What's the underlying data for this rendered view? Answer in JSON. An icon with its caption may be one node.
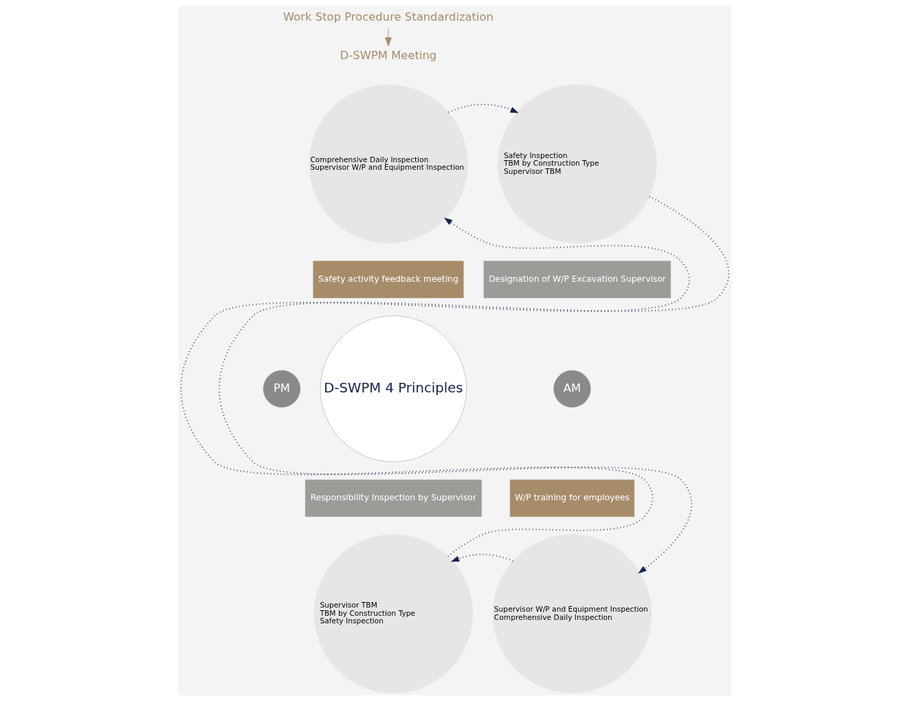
{
  "diagram": {
    "nodes": [
      {
        "text": [
          "Work Stop Procedure Standardization"
        ]
      },
      {
        "text": [
          "D-SWPM Meeting"
        ]
      },
      {
        "text": [
          "Comprehensive Daily Inspection",
          "Supervisor W/P and Equipment Inspection"
        ]
      },
      {
        "text": [
          "Safety Inspection",
          "TBM by Construction Type",
          "Supervisor TBM"
        ]
      },
      {
        "text": [
          "Supervisor W/P and Equipment Inspection",
          "Comprehensive Daily Inspection"
        ]
      },
      {
        "text": [
          "Supervisor TBM",
          "TBM by Construction Type",
          "Safety Inspection"
        ]
      },
      {
        "text": [
          "D-SWPM 4 Principles"
        ]
      },
      {
        "text": [
          "Safety activity feedback meeting"
        ]
      },
      {
        "text": [
          "Designation of W/P Excavation Supervisor"
        ]
      },
      {
        "text": [
          "W/P training for employees"
        ]
      },
      {
        "text": [
          "Responsibility Inspection by Supervisor"
        ]
      },
      {
        "text": [
          "PM"
        ]
      },
      {
        "text": [
          "AM"
        ]
      }
    ],
    "edges": [
      {
        "from": 0,
        "to": 1,
        "arrow": "to",
        "color": "#a68c69"
      },
      {
        "from": 2,
        "to": 3,
        "arrow": "to",
        "style": "dashed"
      },
      {
        "from": 3,
        "to": 4,
        "arrow": "to",
        "style": "dashed"
      },
      {
        "from": 4,
        "to": 5,
        "arrow": "to",
        "style": "dashed"
      },
      {
        "from": 5,
        "to": 2,
        "arrow": "to",
        "style": "dashed"
      }
    ]
  }
}
